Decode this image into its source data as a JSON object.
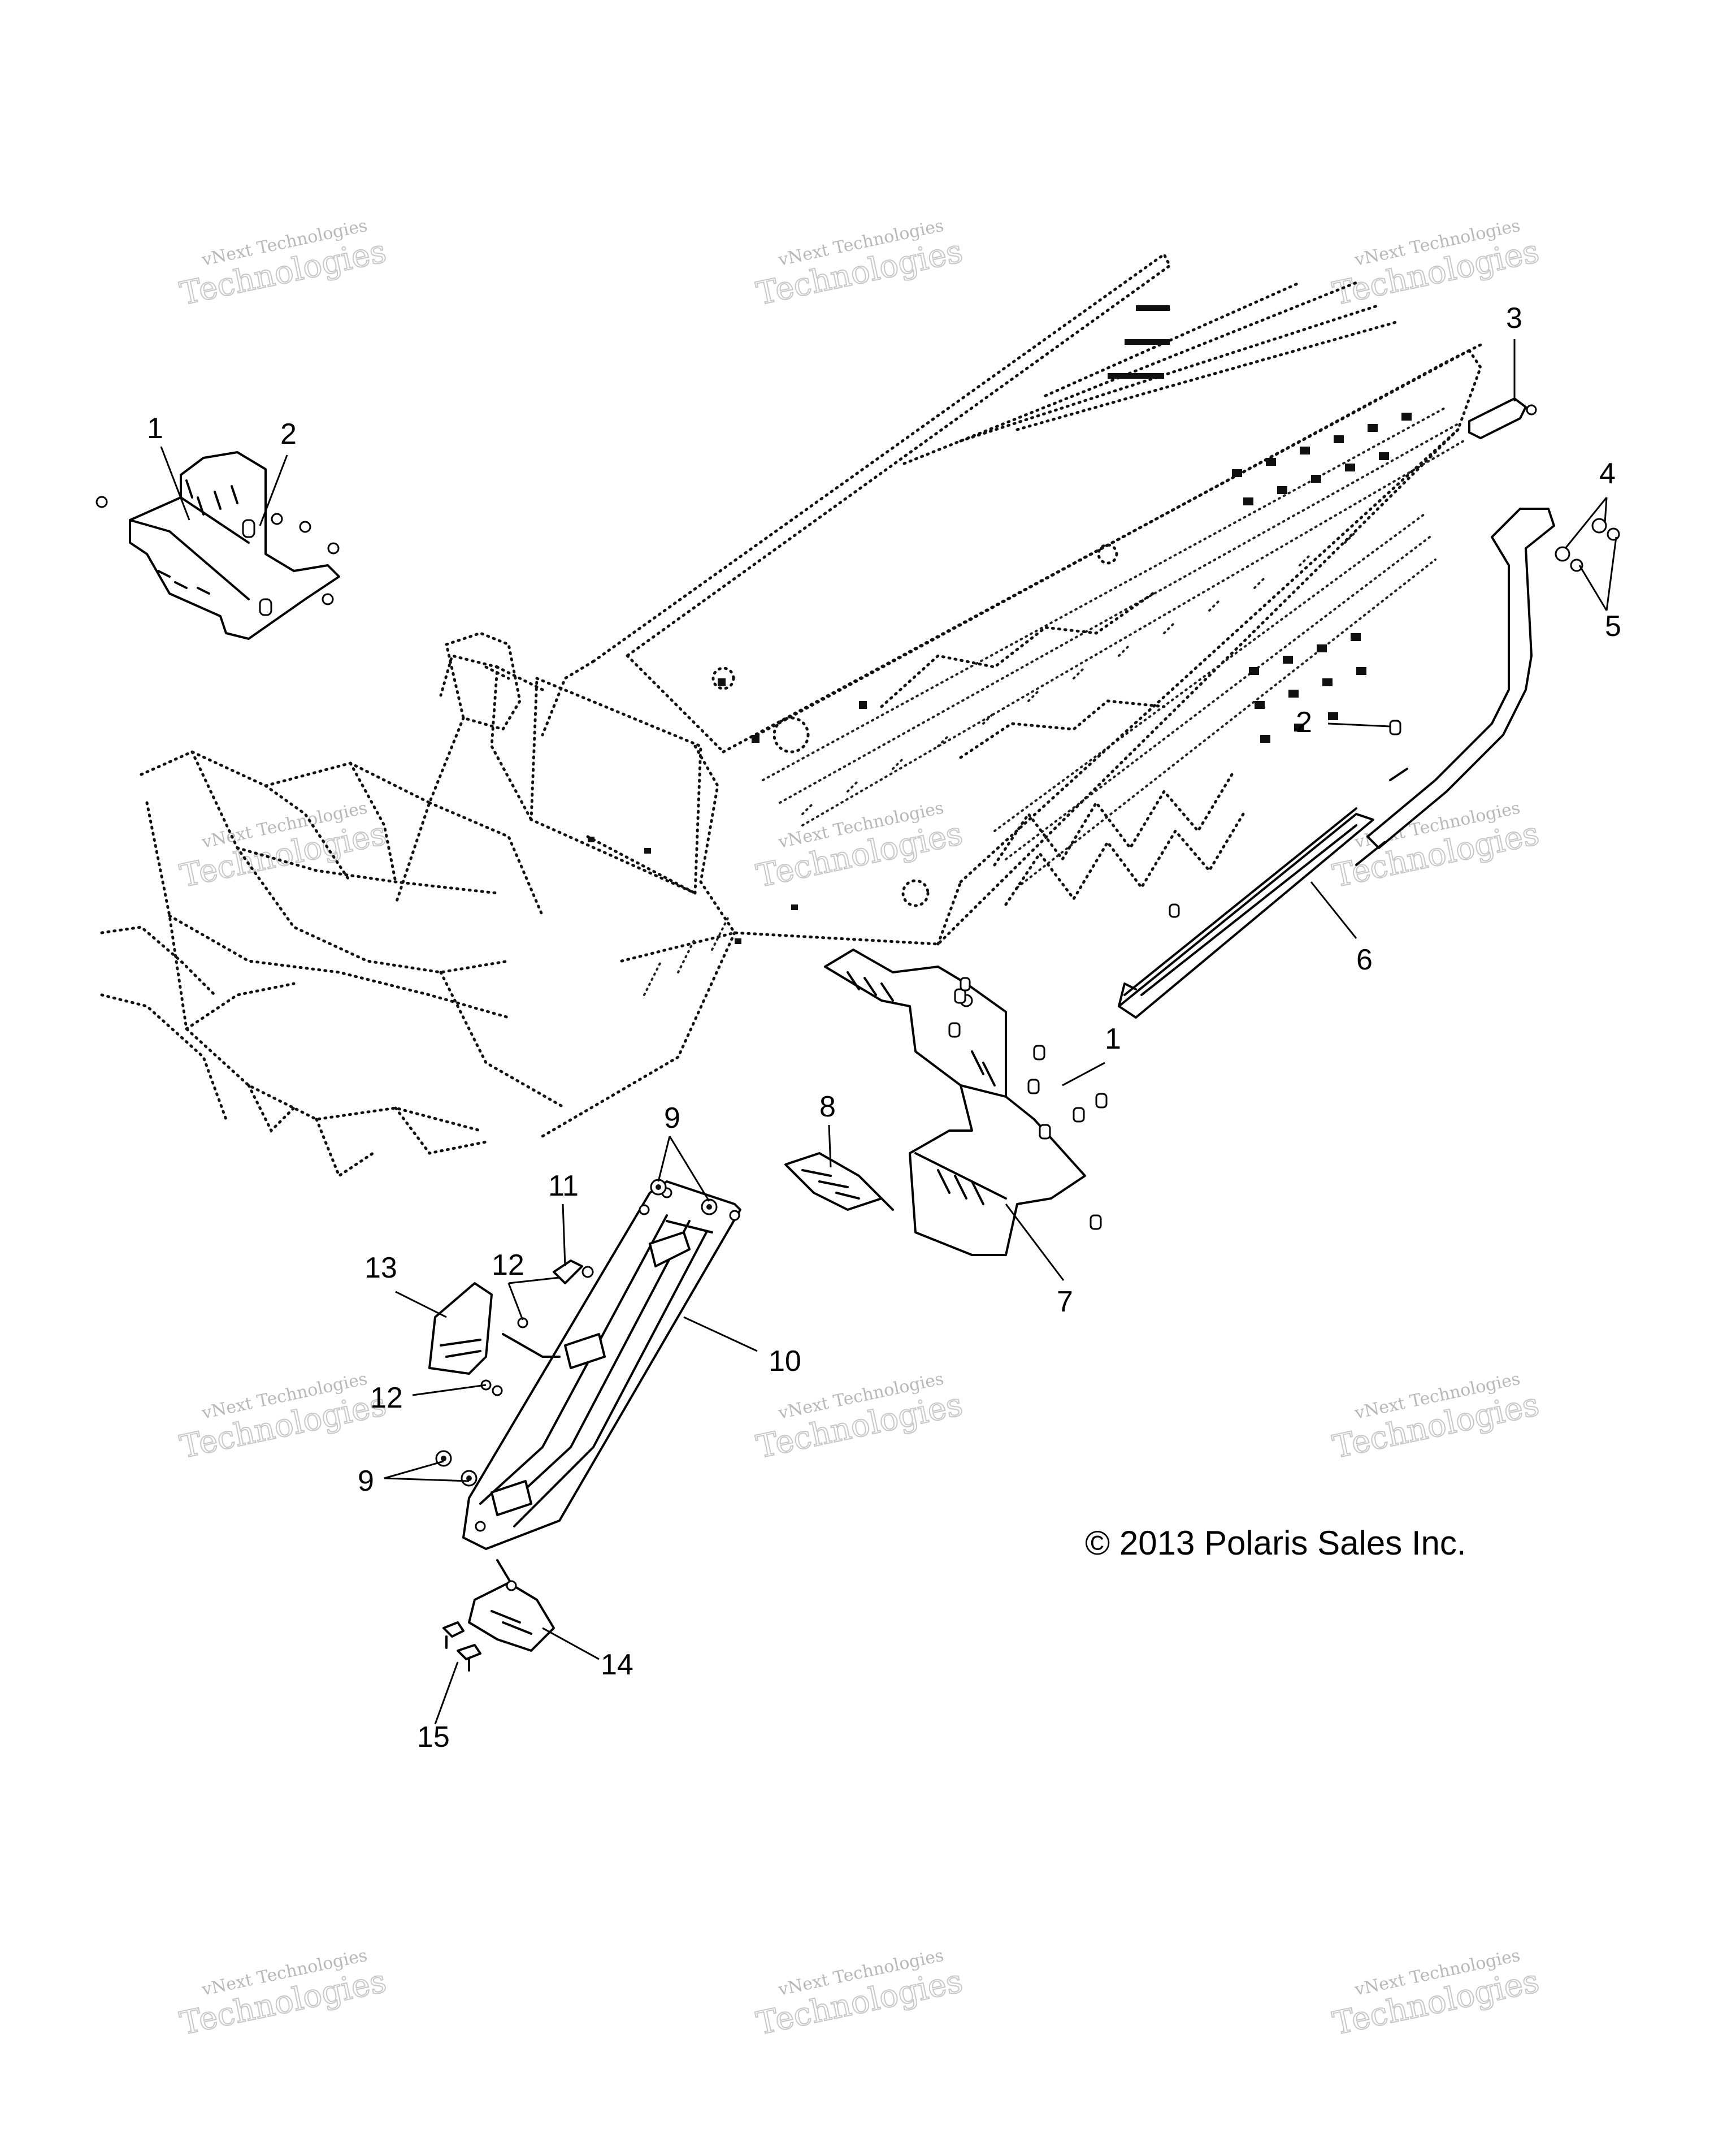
{
  "watermark": {
    "line1": "vNext Technologies",
    "line2": "Technologies"
  },
  "copyright": "© 2013 Polaris Sales Inc.",
  "callouts": [
    "1",
    "2",
    "3",
    "4",
    "5",
    "2",
    "6",
    "1",
    "8",
    "9",
    "11",
    "12",
    "13",
    "12",
    "10",
    "7",
    "9",
    "14",
    "15"
  ]
}
